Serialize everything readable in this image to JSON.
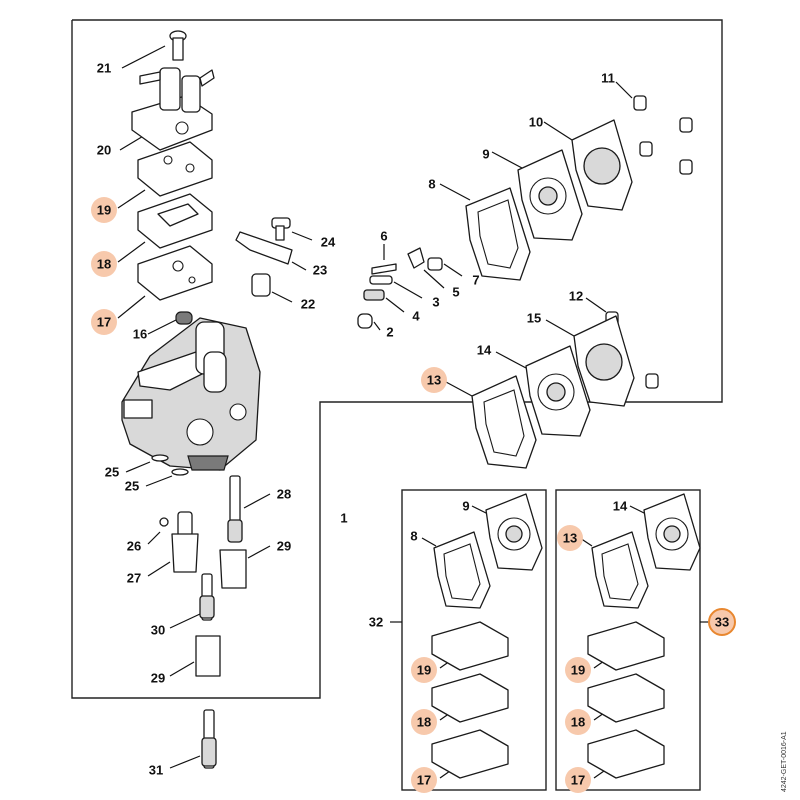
{
  "ref_code": "4242-GET-0016-A1",
  "colors": {
    "highlight_fill": "#f7c9ac",
    "highlight_ring": "#e8872f",
    "line": "#111111"
  },
  "callouts": {
    "c1": "1",
    "c2": "2",
    "c3": "3",
    "c4": "4",
    "c5": "5",
    "c6": "6",
    "c7": "7",
    "c8": "8",
    "c9": "9",
    "c10": "10",
    "c11": "11",
    "c12": "12",
    "c13": "13",
    "c14": "14",
    "c15": "15",
    "c16": "16",
    "c17": "17",
    "c18": "18",
    "c19": "19",
    "c20": "20",
    "c21": "21",
    "c22": "22",
    "c23": "23",
    "c24": "24",
    "c25a": "25",
    "c25b": "25",
    "c26": "26",
    "c27": "27",
    "c28": "28",
    "c29a": "29",
    "c29b": "29",
    "c30": "30",
    "c31": "31",
    "k32_8": "8",
    "k32_9": "9",
    "k32_19": "19",
    "k32_18": "18",
    "k32_17": "17",
    "c32": "32",
    "k33_13": "13",
    "k33_14": "14",
    "k33_19": "19",
    "k33_18": "18",
    "k33_17": "17",
    "c33": "33"
  }
}
